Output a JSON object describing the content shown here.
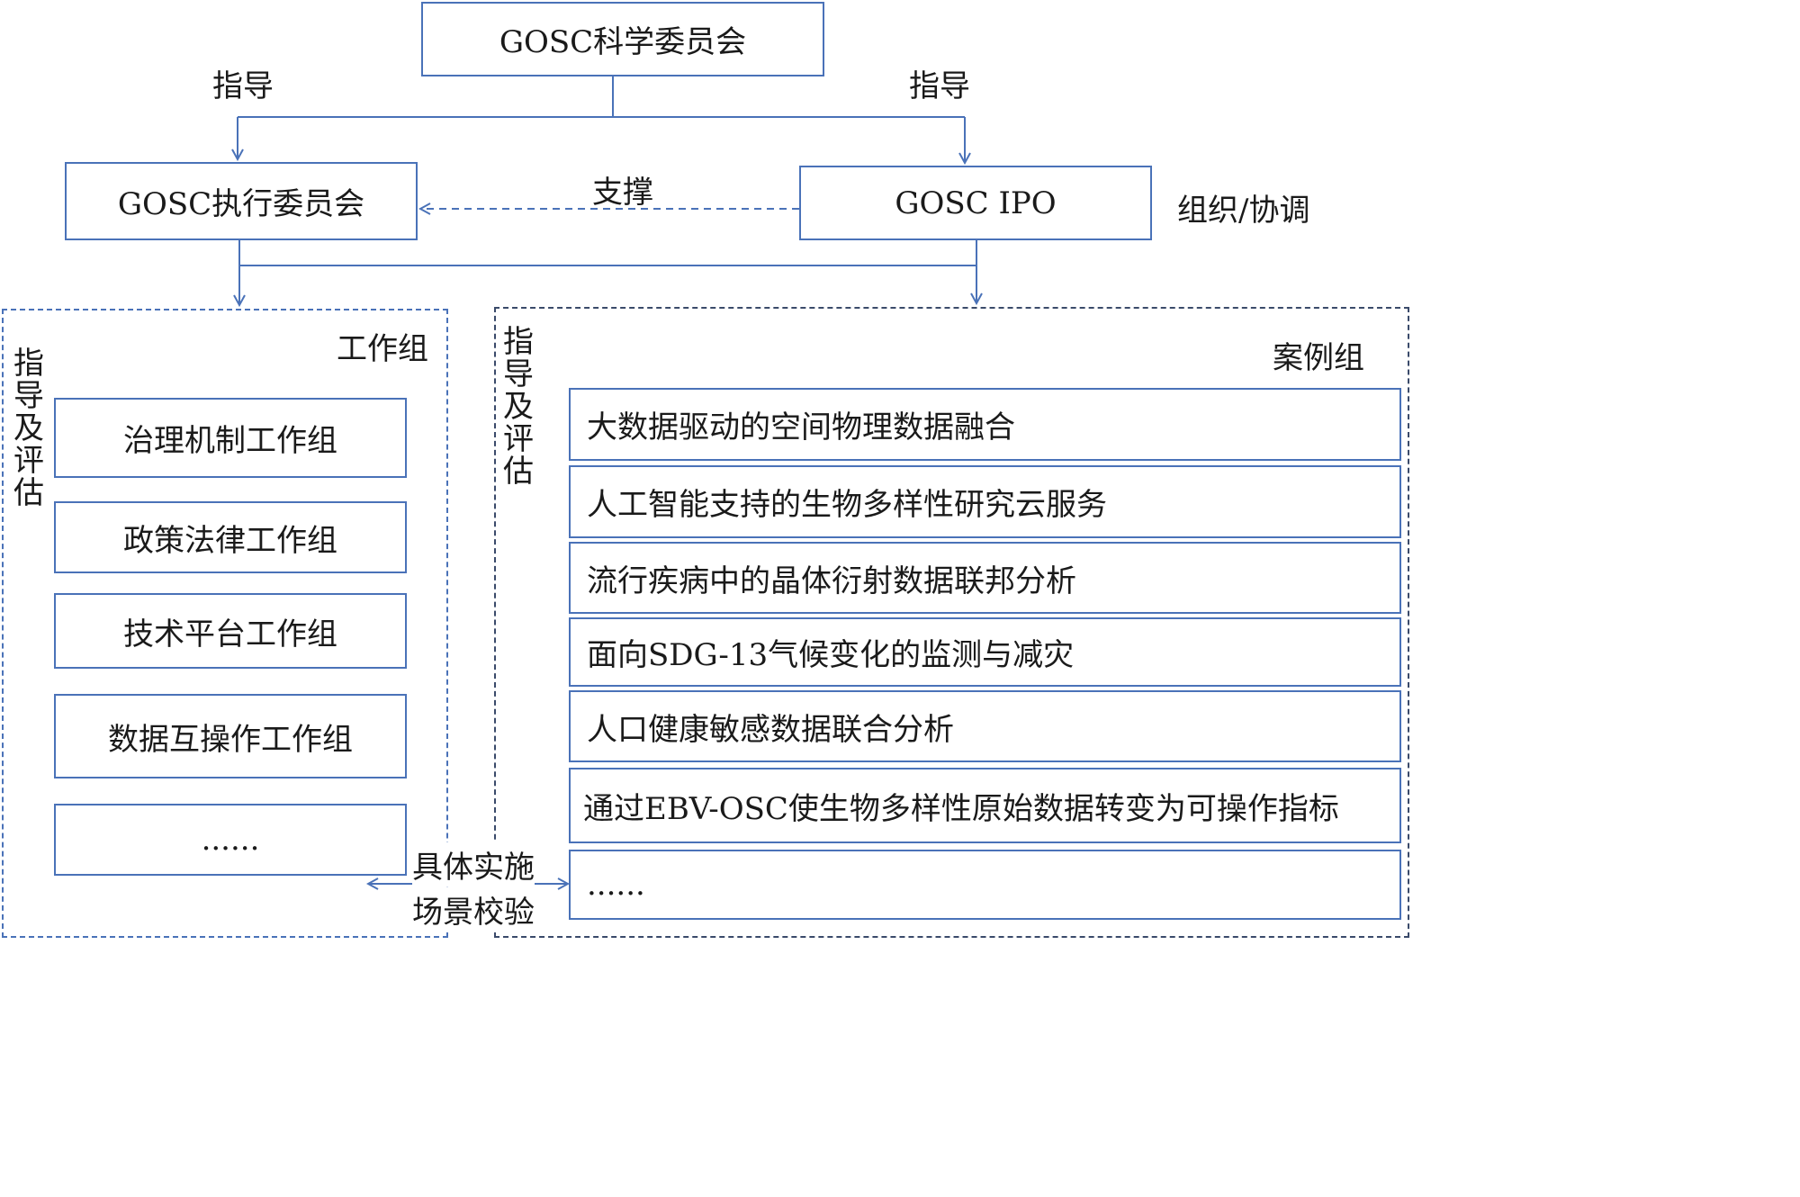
{
  "top": {
    "title": "GOSC科学委员会"
  },
  "exec": {
    "title": "GOSC执行委员会"
  },
  "ipo": {
    "title": "GOSC IPO",
    "side_label": "组织/协调"
  },
  "edges": {
    "guide_left": "指导",
    "guide_right": "指导",
    "support": "支撑"
  },
  "working_groups": {
    "title": "工作组",
    "side_label": "指导及评估",
    "items": [
      "治理机制工作组",
      "政策法律工作组",
      "技术平台工作组",
      "数据互操作工作组",
      "......"
    ]
  },
  "case_groups": {
    "title": "案例组",
    "side_label": "指导及评估",
    "items": [
      "大数据驱动的空间物理数据融合",
      "人工智能支持的生物多样性研究云服务",
      "流行疾病中的晶体衍射数据联邦分析",
      "面向SDG-13气候变化的监测与减灾",
      "人口健康敏感数据联合分析",
      "通过EBV-OSC使生物多样性原始数据转变为可操作指标",
      "......"
    ]
  },
  "bridge": {
    "line1": "具体实施",
    "line2": "场景校验"
  },
  "colors": {
    "line": "#4a72b8",
    "frame": "#3a4a6a"
  }
}
